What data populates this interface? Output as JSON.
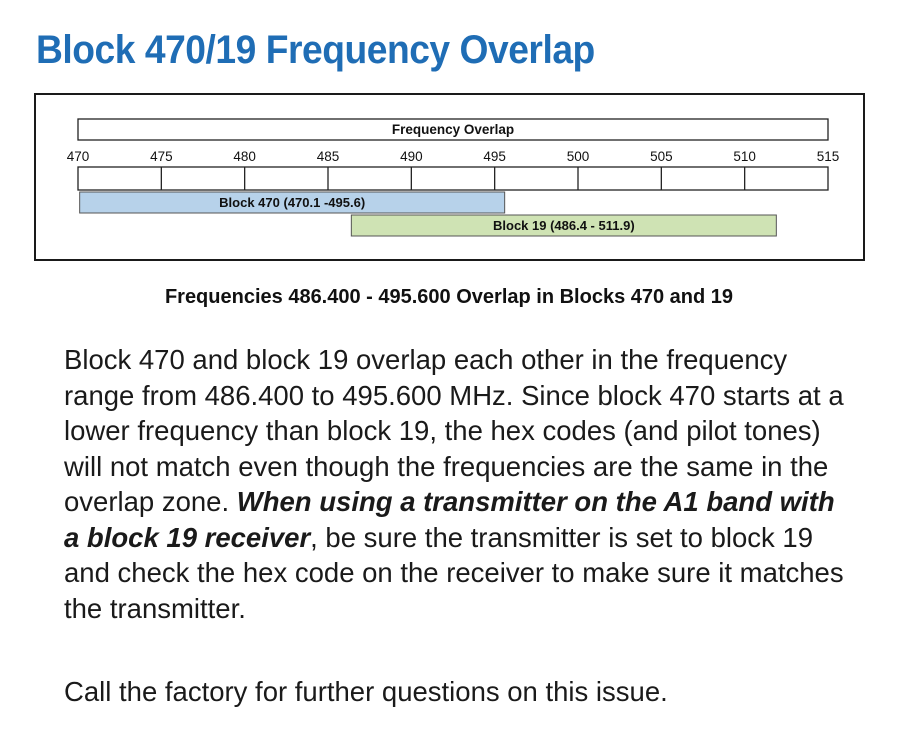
{
  "title": "Block 470/19 Frequency Overlap",
  "diagram": {
    "header_label": "Frequency Overlap",
    "ticks": [
      "470",
      "475",
      "480",
      "485",
      "490",
      "495",
      "500",
      "505",
      "510",
      "515"
    ],
    "bars": [
      {
        "label": "Block 470 (470.1 -495.6)",
        "start": 470.1,
        "end": 495.6,
        "color": "#b7d2ea"
      },
      {
        "label": "Block 19 (486.4 - 511.9)",
        "start": 486.4,
        "end": 511.9,
        "color": "#cfe3b4"
      }
    ]
  },
  "caption": "Frequencies 486.400 - 495.600 Overlap in Blocks 470 and 19",
  "body": {
    "part1": "Block 470 and block 19 overlap each other in the frequency range from 486.400 to 495.600 MHz. Since block 470 starts at a lower frequency than block 19, the hex codes (and pilot tones) will not match even though the frequencies are the same in the overlap zone. ",
    "emphasis": "When using a transmitter on the A1 band with a block 19 receiver",
    "part2": ", be sure the transmitter is set to block 19 and check the hex code on the receiver to make sure it matches the transmitter."
  },
  "closing": "Call the factory for further questions on this issue."
}
